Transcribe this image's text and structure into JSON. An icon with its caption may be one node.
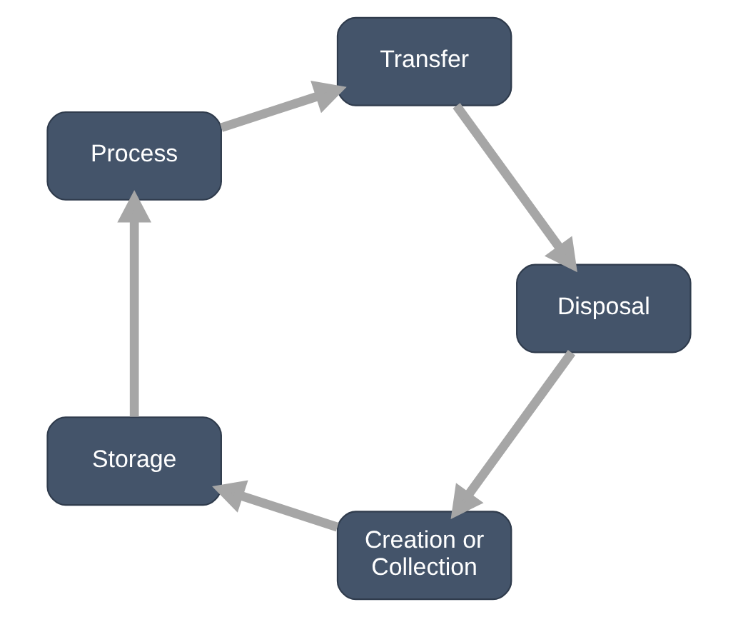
{
  "diagram": {
    "nodes": [
      {
        "text": [
          "Creation or Collection"
        ]
      },
      {
        "text": [
          "Storage"
        ]
      },
      {
        "text": [
          "Process"
        ]
      },
      {
        "text": [
          "Transfer"
        ]
      },
      {
        "text": [
          "Disposal"
        ]
      }
    ],
    "edges": [
      {
        "from": 0,
        "to": 1,
        "arrow": "to"
      },
      {
        "from": 1,
        "to": 2,
        "arrow": "to"
      },
      {
        "from": 2,
        "to": 3,
        "arrow": "to"
      },
      {
        "from": 3,
        "to": 4,
        "arrow": "to"
      },
      {
        "from": 4,
        "to": 0,
        "arrow": "to"
      }
    ]
  }
}
